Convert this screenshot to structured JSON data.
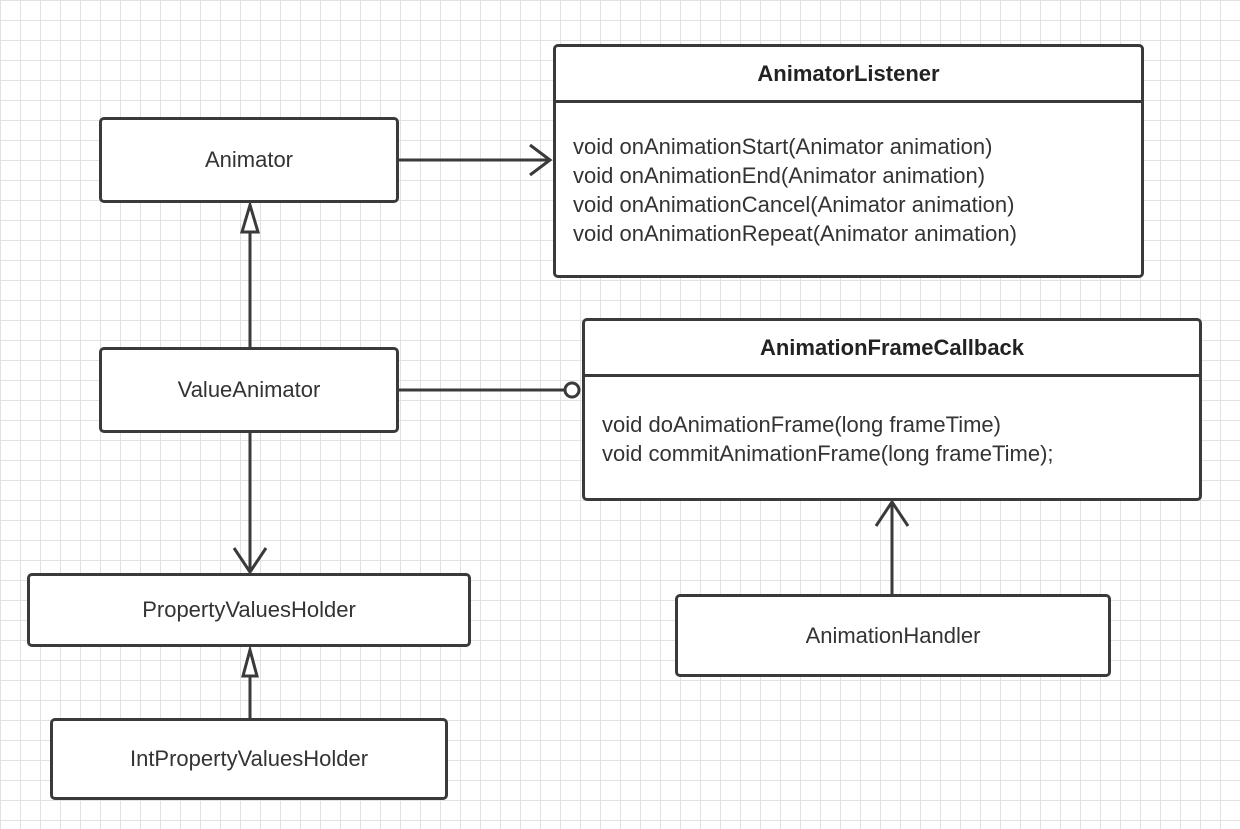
{
  "classes": {
    "animator": "Animator",
    "value_animator": "ValueAnimator",
    "property_values_holder": "PropertyValuesHolder",
    "int_property_values_holder": "IntPropertyValuesHolder",
    "animation_handler": "AnimationHandler"
  },
  "animator_listener": {
    "title": "AnimatorListener",
    "methods": [
      "void onAnimationStart(Animator animation)",
      "void onAnimationEnd(Animator animation)",
      "void onAnimationCancel(Animator animation)",
      "void onAnimationRepeat(Animator animation)"
    ]
  },
  "animation_frame_callback": {
    "title": "AnimationFrameCallback",
    "methods": [
      "void doAnimationFrame(long frameTime)",
      "void commitAnimationFrame(long frameTime);"
    ]
  },
  "colors": {
    "stroke": "#3a3a3a",
    "text": "#333333",
    "grid": "#e2e2e2"
  }
}
